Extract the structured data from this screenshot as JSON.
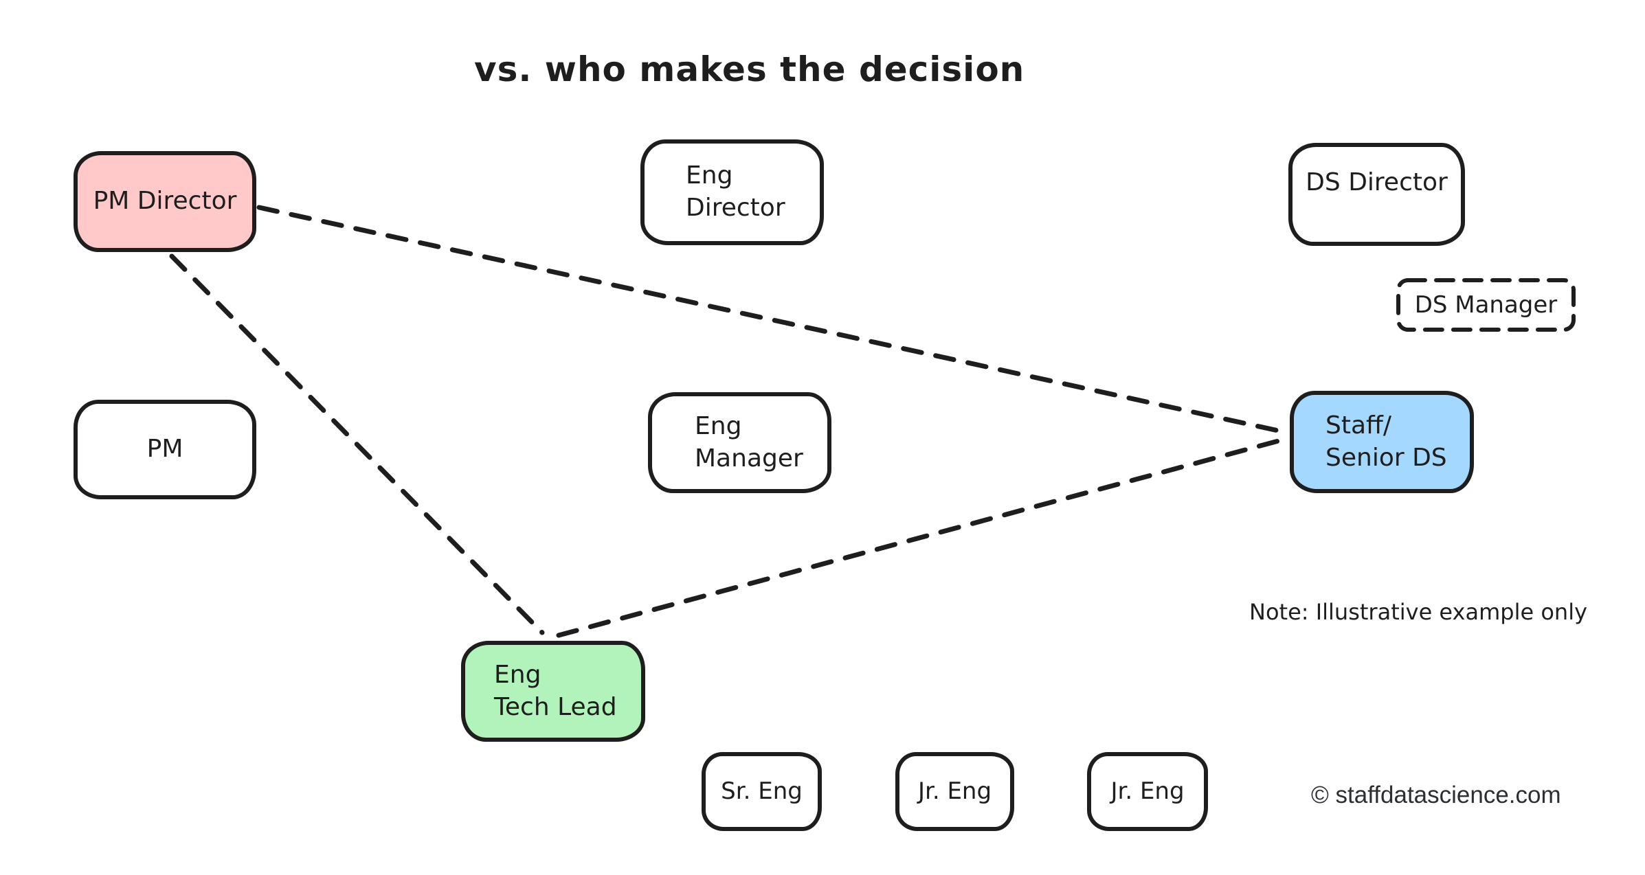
{
  "title": "vs. who makes the decision",
  "note": "Note: Illustrative example only",
  "copyright": "© staffdatascience.com",
  "colors": {
    "stroke": "#1e1e1e",
    "pink": "#ffc9c9",
    "blue": "#a5d8ff",
    "green": "#b2f2bb",
    "white": "#ffffff"
  },
  "nodes": {
    "pm_director": {
      "label": "PM Director",
      "fill": "#ffc9c9"
    },
    "eng_director": {
      "label": "Eng\nDirector",
      "fill": "#ffffff"
    },
    "ds_director": {
      "label": "DS Director",
      "fill": "#ffffff"
    },
    "ds_manager": {
      "label": "DS Manager",
      "fill": "#ffffff",
      "border_style": "dashed"
    },
    "pm": {
      "label": "PM",
      "fill": "#ffffff"
    },
    "eng_manager": {
      "label": "Eng\nManager",
      "fill": "#ffffff"
    },
    "staff_senior_ds": {
      "label": "Staff/\nSenior DS",
      "fill": "#a5d8ff"
    },
    "eng_tech_lead": {
      "label": "Eng\nTech Lead",
      "fill": "#b2f2bb"
    },
    "sr_eng": {
      "label": "Sr. Eng",
      "fill": "#ffffff"
    },
    "jr_eng_1": {
      "label": "Jr. Eng",
      "fill": "#ffffff"
    },
    "jr_eng_2": {
      "label": "Jr. Eng",
      "fill": "#ffffff"
    }
  },
  "connections": [
    {
      "from": "PM Director",
      "to": "Staff/Senior DS",
      "style": "dashed"
    },
    {
      "from": "PM Director",
      "to": "Eng Tech Lead",
      "style": "dashed"
    },
    {
      "from": "Eng Tech Lead",
      "to": "Staff/Senior DS",
      "style": "dashed"
    }
  ]
}
